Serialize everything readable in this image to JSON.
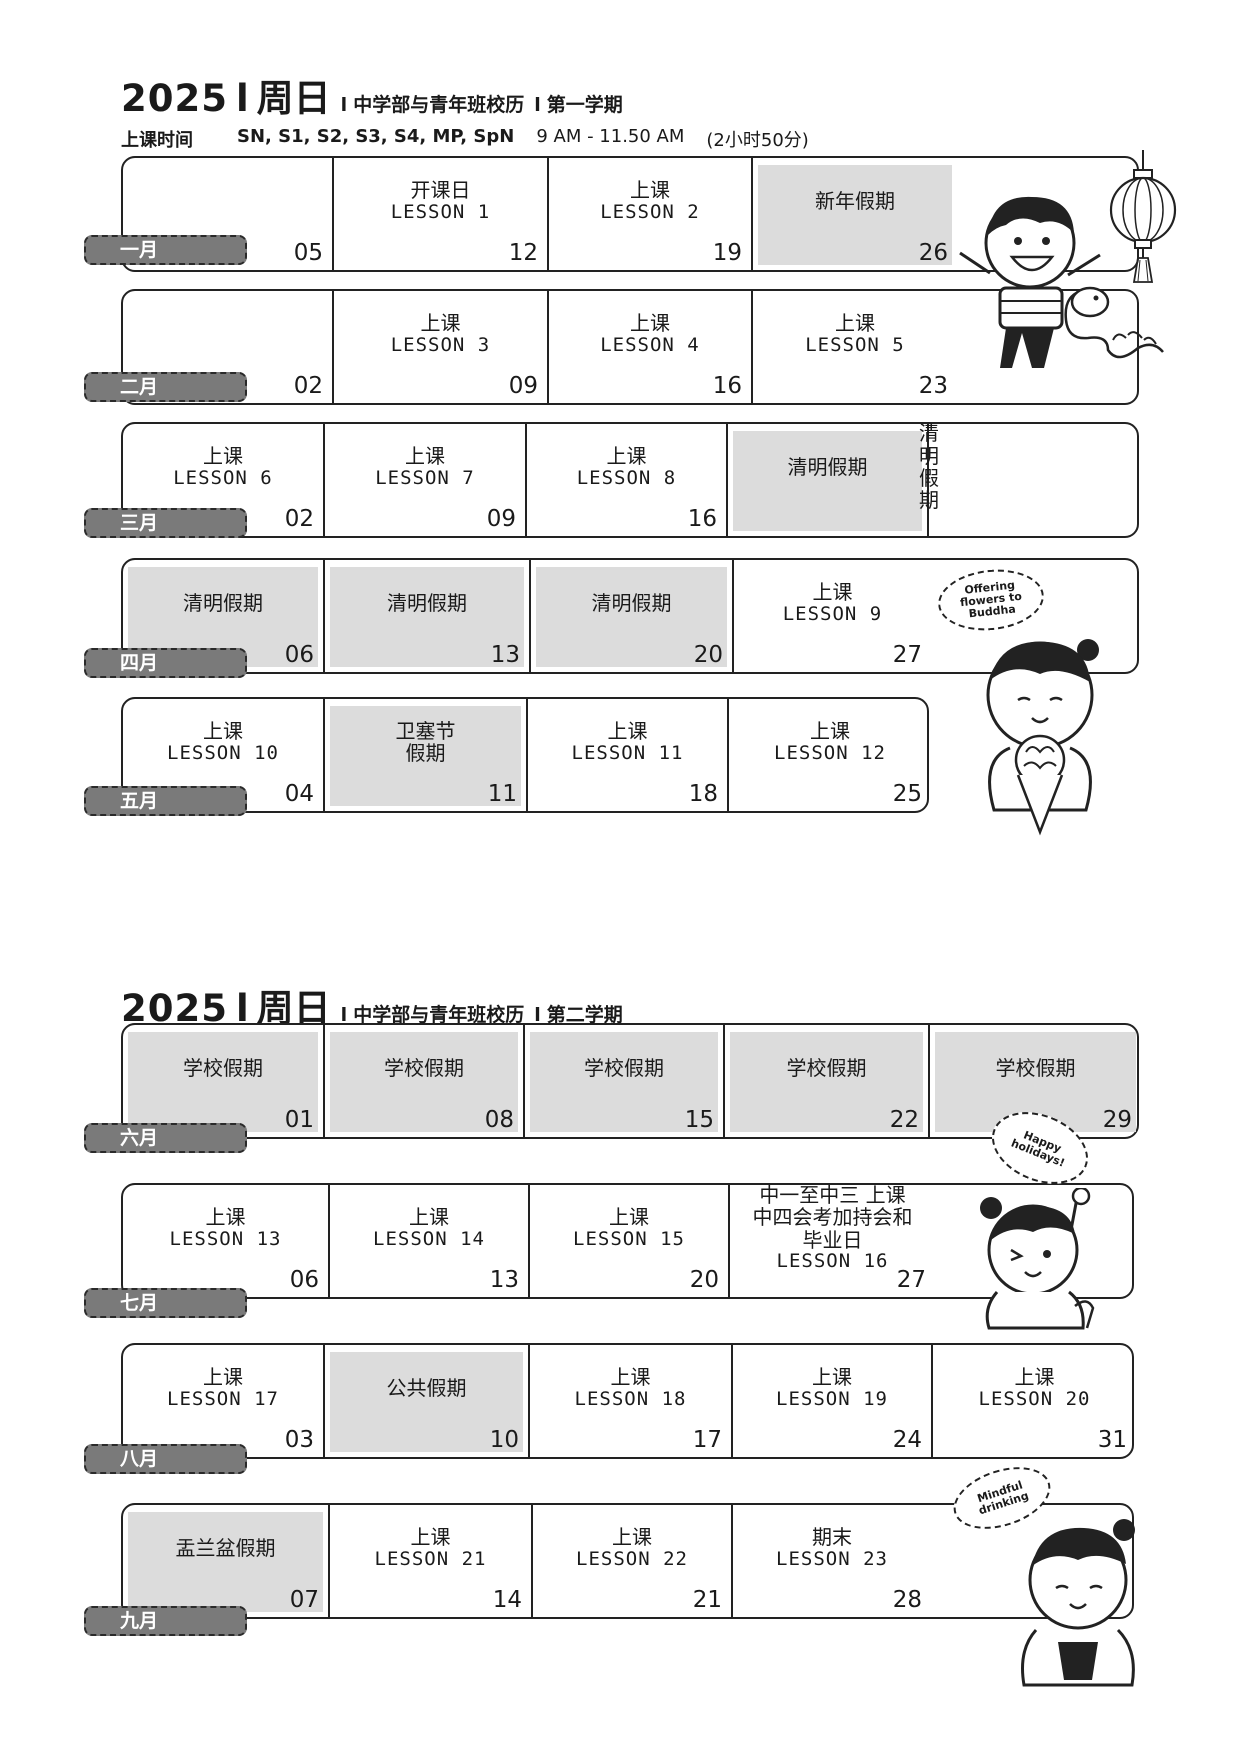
{
  "terms": [
    {
      "year": "2025",
      "bar": "l",
      "day": "周日",
      "sep1": "l",
      "dept": "中学部与青年班校历",
      "sep2": "l",
      "term": "第一学期",
      "schedule": {
        "label": "上课时间",
        "classes": "SN, S1, S2, S3, S4, MP, SpN",
        "time": "9 AM - 11.50 AM",
        "duration": "(2小时50分)"
      },
      "months": [
        {
          "label": "一月",
          "cells": [
            {
              "date": "05",
              "zh": "",
              "en": "",
              "shaded": false
            },
            {
              "date": "12",
              "zh": "开课日",
              "en": "LESSON 1",
              "shaded": false
            },
            {
              "date": "19",
              "zh": "上课",
              "en": "LESSON 2",
              "shaded": false
            },
            {
              "date": "26",
              "zh": "新年假期",
              "en": "",
              "shaded": true
            }
          ]
        },
        {
          "label": "二月",
          "cells": [
            {
              "date": "02",
              "zh": "",
              "en": "",
              "shaded": false
            },
            {
              "date": "09",
              "zh": "上课",
              "en": "LESSON 3",
              "shaded": false
            },
            {
              "date": "16",
              "zh": "上课",
              "en": "LESSON 4",
              "shaded": false
            },
            {
              "date": "23",
              "zh": "上课",
              "en": "LESSON 5",
              "shaded": false
            }
          ]
        },
        {
          "label": "三月",
          "cells": [
            {
              "date": "02",
              "zh": "上课",
              "en": "LESSON 6",
              "shaded": false
            },
            {
              "date": "09",
              "zh": "上课",
              "en": "LESSON 7",
              "shaded": false
            },
            {
              "date": "16",
              "zh": "上课",
              "en": "LESSON 8",
              "shaded": false
            },
            {
              "date": "",
              "zh": "清明假期",
              "en": "",
              "shaded": true
            },
            {
              "date": "",
              "zh": "清明假期",
              "en": "",
              "shaded": true
            }
          ]
        },
        {
          "label": "四月",
          "cells": [
            {
              "date": "06",
              "zh": "清明假期",
              "en": "",
              "shaded": true
            },
            {
              "date": "13",
              "zh": "清明假期",
              "en": "",
              "shaded": true
            },
            {
              "date": "20",
              "zh": "清明假期",
              "en": "",
              "shaded": true
            },
            {
              "date": "27",
              "zh": "上课",
              "en": "LESSON 9",
              "shaded": false
            }
          ]
        },
        {
          "label": "五月",
          "cells": [
            {
              "date": "04",
              "zh": "上课",
              "en": "LESSON 10",
              "shaded": false
            },
            {
              "date": "11",
              "zh": "卫塞节\n假期",
              "en": "",
              "shaded": true
            },
            {
              "date": "18",
              "zh": "上课",
              "en": "LESSON 11",
              "shaded": false
            },
            {
              "date": "25",
              "zh": "上课",
              "en": "LESSON 12",
              "shaded": false
            }
          ]
        }
      ]
    },
    {
      "year": "2025",
      "bar": "l",
      "day": "周日",
      "sep1": "l",
      "dept": "中学部与青年班校历",
      "sep2": "l",
      "term": "第二学期",
      "months": [
        {
          "label": "六月",
          "cells": [
            {
              "date": "01",
              "zh": "学校假期",
              "en": "",
              "shaded": true
            },
            {
              "date": "08",
              "zh": "学校假期",
              "en": "",
              "shaded": true
            },
            {
              "date": "15",
              "zh": "学校假期",
              "en": "",
              "shaded": true
            },
            {
              "date": "22",
              "zh": "学校假期",
              "en": "",
              "shaded": true
            },
            {
              "date": "29",
              "zh": "学校假期",
              "en": "",
              "shaded": true
            }
          ]
        },
        {
          "label": "七月",
          "cells": [
            {
              "date": "06",
              "zh": "上课",
              "en": "LESSON 13",
              "shaded": false
            },
            {
              "date": "13",
              "zh": "上课",
              "en": "LESSON 14",
              "shaded": false
            },
            {
              "date": "20",
              "zh": "上课",
              "en": "LESSON 15",
              "shaded": false
            },
            {
              "date": "27",
              "zh": "中一至中三 上课\n中四会考加持会和\n毕业日",
              "en": "LESSON 16",
              "shaded": false
            }
          ]
        },
        {
          "label": "八月",
          "cells": [
            {
              "date": "03",
              "zh": "上课",
              "en": "LESSON 17",
              "shaded": false
            },
            {
              "date": "10",
              "zh": "公共假期",
              "en": "",
              "shaded": true
            },
            {
              "date": "17",
              "zh": "上课",
              "en": "LESSON 18",
              "shaded": false
            },
            {
              "date": "24",
              "zh": "上课",
              "en": "LESSON 19",
              "shaded": false
            },
            {
              "date": "31",
              "zh": "上课",
              "en": "LESSON 20",
              "shaded": false
            }
          ]
        },
        {
          "label": "九月",
          "cells": [
            {
              "date": "07",
              "zh": "盂兰盆假期",
              "en": "",
              "shaded": true
            },
            {
              "date": "14",
              "zh": "上课",
              "en": "LESSON 21",
              "shaded": false
            },
            {
              "date": "21",
              "zh": "上课",
              "en": "LESSON 22",
              "shaded": false
            },
            {
              "date": "28",
              "zh": "期末",
              "en": "LESSON 23",
              "shaded": false
            }
          ]
        }
      ]
    }
  ],
  "illustrations": {
    "offering_bubble": "Offering\nflowers to\nBuddha",
    "happy_bubble": "Happy\nholidays!",
    "mindful_bubble": "Mindful\ndrinking"
  }
}
